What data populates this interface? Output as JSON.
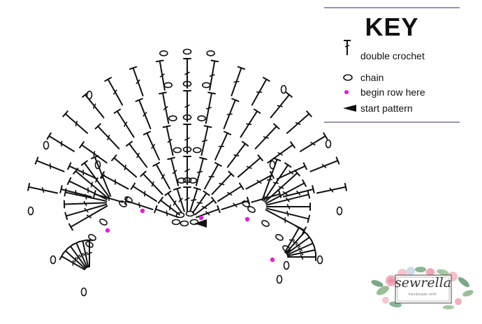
{
  "key": {
    "title": "KEY",
    "items": [
      {
        "symbol": "double-crochet",
        "label": "double crochet"
      },
      {
        "symbol": "chain",
        "label": "chain"
      },
      {
        "symbol": "begin-row-dot",
        "label": "begin row here"
      },
      {
        "symbol": "start-arrow",
        "label": "start pattern"
      }
    ]
  },
  "colors": {
    "ink": "#111111",
    "marker": "#e020d0",
    "rule": "#9e91ad"
  },
  "logo": {
    "name": "sewrella",
    "tagline": "handmade with"
  }
}
